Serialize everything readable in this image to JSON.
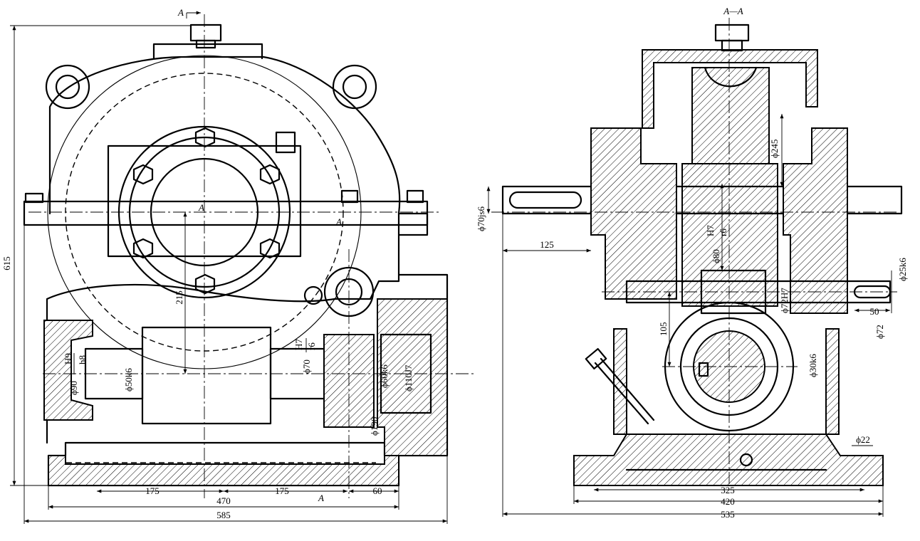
{
  "section_labels": {
    "cut_a_top": "A",
    "cut_a_mid": "A",
    "cut_a_mid2": "A",
    "cut_a_bottom": "A",
    "section_view_title": "A—A"
  },
  "front_view": {
    "height_overall": "615",
    "center_height": "215",
    "fit_worm_bore_num": "H9",
    "fit_worm_bore_den": "h8",
    "dia_90": "ϕ90",
    "dia_50k6": "ϕ50k6",
    "dia_70": "ϕ70",
    "fit_70_num": "H7",
    "fit_70_den": "r6",
    "dia_60k6": "ϕ60k6",
    "dia_110J7": "ϕ110J7",
    "dia_190": "ϕ190",
    "dim_175_left": "175",
    "dim_175_right": "175",
    "dim_60": "60",
    "dim_470": "470",
    "dim_585": "585"
  },
  "section_view": {
    "dia_70js6": "ϕ70js6",
    "dim_125": "125",
    "dia_80": "ϕ80",
    "fit_80_num": "H7",
    "fit_80_den": "r6",
    "dia_245": "ϕ245",
    "dia_72H7": "ϕ72H7",
    "dim_105": "105",
    "dia_25k6": "ϕ25k6",
    "dim_50": "50",
    "dia_72": "ϕ72",
    "dia_30k6": "ϕ30k6",
    "dia_22": "ϕ22",
    "dim_325": "325",
    "dim_420": "420",
    "dim_535": "535"
  }
}
